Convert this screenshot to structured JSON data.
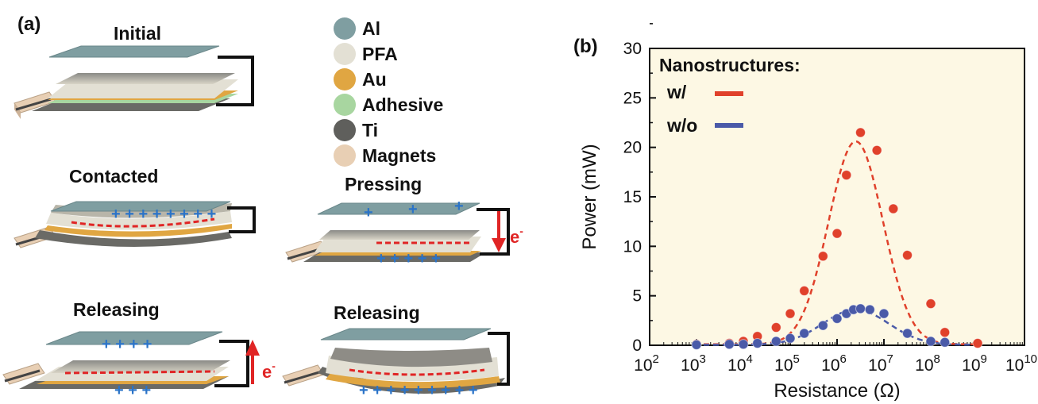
{
  "panel_a": {
    "label": "(a)",
    "steps": [
      "Initial",
      "Contacted",
      "Pressing",
      "Releasing",
      "Releasing"
    ],
    "electron_label": "e",
    "electron_sup": "-",
    "legend": [
      {
        "name": "Al",
        "color": "#7f9ea1"
      },
      {
        "name": "PFA",
        "color": "#e3e0d4"
      },
      {
        "name": "Au",
        "color": "#e0a642"
      },
      {
        "name": "Adhesive",
        "color": "#a8d6a0"
      },
      {
        "name": "Ti",
        "color": "#5f5f5c"
      },
      {
        "name": "Magnets",
        "color": "#e8cfb4"
      }
    ]
  },
  "panel_b": {
    "label": "(b)",
    "legend_title": "Nanostructures:",
    "plot_bg": "#fdf8e4",
    "chart_data": {
      "type": "scatter",
      "xlabel": "Resistance (Ω)",
      "ylabel": "Power (mW)",
      "xscale": "log",
      "xlim_exp": [
        2,
        10
      ],
      "ylim": [
        0,
        30
      ],
      "x_tick_base": "10",
      "x_tick_exponents": [
        "2",
        "3",
        "4",
        "5",
        "6",
        "7",
        "8",
        "9",
        "10"
      ],
      "y_ticks": [
        "0",
        "5",
        "10",
        "15",
        "20",
        "25",
        "30"
      ],
      "series": [
        {
          "name": "w/",
          "color": "#e0412b",
          "log_x": [
            3.0,
            3.7,
            4.0,
            4.3,
            4.7,
            5.0,
            5.3,
            5.7,
            6.0,
            6.2,
            6.5,
            6.85,
            7.2,
            7.5,
            8.0,
            8.3,
            9.0
          ],
          "y": [
            0.1,
            0.2,
            0.4,
            0.9,
            1.8,
            3.2,
            5.5,
            9.0,
            11.3,
            17.2,
            21.5,
            19.7,
            13.8,
            9.1,
            4.2,
            1.3,
            0.2
          ]
        },
        {
          "name": "w/o",
          "color": "#4a5aa8",
          "log_x": [
            3.0,
            3.7,
            4.0,
            4.3,
            4.7,
            5.0,
            5.3,
            5.7,
            6.0,
            6.2,
            6.35,
            6.5,
            6.7,
            7.0,
            7.5,
            8.0,
            8.3
          ],
          "y": [
            0.05,
            0.1,
            0.1,
            0.2,
            0.4,
            0.7,
            1.2,
            2.0,
            2.7,
            3.2,
            3.6,
            3.7,
            3.6,
            3.2,
            1.2,
            0.4,
            0.3
          ]
        }
      ],
      "fits": [
        {
          "color": "#e0412b",
          "peak": 20.5,
          "center": 6.4,
          "width": 0.58,
          "floor": 0.1
        },
        {
          "color": "#4a5aa8",
          "peak": 3.55,
          "center": 6.4,
          "width": 0.7,
          "floor": 0.05
        }
      ]
    }
  }
}
